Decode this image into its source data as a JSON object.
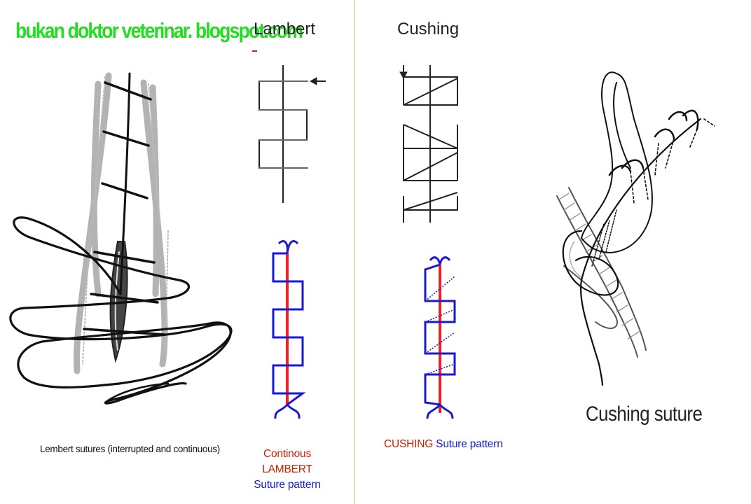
{
  "watermark": "bukan doktor veterinar. blogspot.com",
  "lambert": {
    "title": "Lambert",
    "left_caption": "Lembert sutures (interrupted and continuous)",
    "pattern_line1": "Continous LAMBERT",
    "pattern_line2": "Suture pattern"
  },
  "cushing": {
    "title": "Cushing",
    "pattern_word": "CUSHING",
    "pattern_rest": " Suture pattern",
    "right_caption": "Cushing suture"
  },
  "colors": {
    "watermark": "#22dd22",
    "incision_line": "#dd2222",
    "suture_thread": "#1a1acc",
    "text": "#111111"
  },
  "icons": [
    "arrow-left-icon",
    "arrow-down-icon"
  ]
}
